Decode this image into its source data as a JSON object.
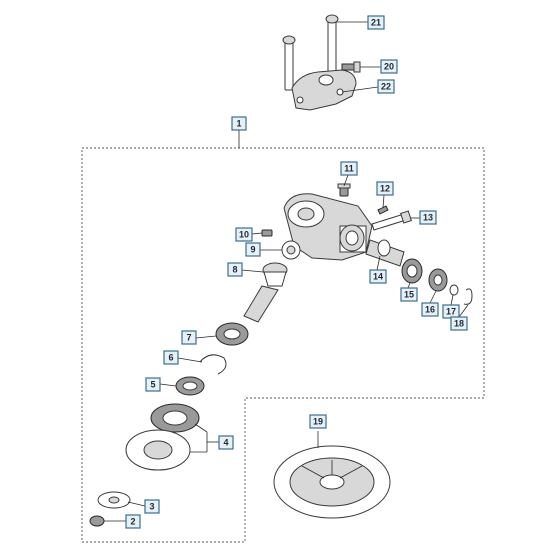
{
  "callouts": {
    "c1": "1",
    "c2": "2",
    "c3": "3",
    "c4": "4",
    "c5": "5",
    "c6": "6",
    "c7": "7",
    "c8": "8",
    "c9": "9",
    "c10": "10",
    "c11": "11",
    "c12": "12",
    "c13": "13",
    "c14": "14",
    "c15": "15",
    "c16": "16",
    "c17": "17",
    "c18": "18",
    "c19": "19",
    "c20": "20",
    "c21": "21",
    "c22": "22"
  },
  "colors": {
    "callout_fill": "#e6f0f6",
    "callout_stroke": "#3d6f8c",
    "line": "#2a2a2a"
  }
}
